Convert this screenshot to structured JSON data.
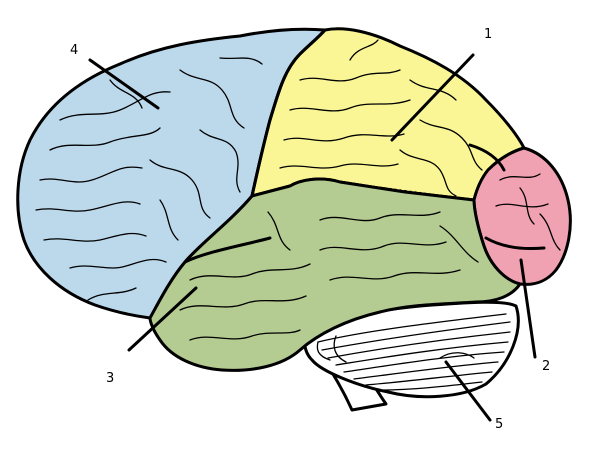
{
  "labels": [
    {
      "id": "1",
      "text": "1"
    },
    {
      "id": "2",
      "text": "2"
    },
    {
      "id": "3",
      "text": "3"
    },
    {
      "id": "4",
      "text": "4"
    },
    {
      "id": "5",
      "text": "5"
    }
  ],
  "colors": {
    "frontal": "#bcd9ec",
    "parietal": "#faf696",
    "temporal": "#b4cc92",
    "occipital": "#f1a2b2",
    "cerebellum": "#ffffff",
    "stem": "#ffffff",
    "outline": "#000000"
  }
}
